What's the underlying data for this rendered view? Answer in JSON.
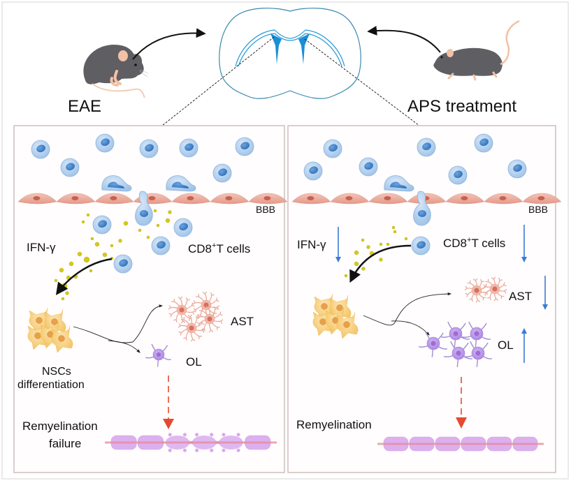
{
  "figure": {
    "top": {
      "left_model_label": "EAE",
      "right_model_label": "APS treatment",
      "brain_icon": "coronal-brain-section-icon",
      "mouse_icon": "mouse-icon"
    },
    "left_panel": {
      "barrier_label": "BBB",
      "cytokine_label": "IFN-γ",
      "tcell_label_main": "CD8",
      "tcell_label_sup": "+",
      "tcell_label_rest": "T cells",
      "ast_label": "AST",
      "ol_label": "OL",
      "nsc_label_line1": "NSCs",
      "nsc_label_line2": "differentiation",
      "outcome_line1": "Remyelination",
      "outcome_line2": "failure"
    },
    "right_panel": {
      "barrier_label": "BBB",
      "cytokine_label": "IFN-γ",
      "cytokine_trend": "down",
      "tcell_label_main": "CD8",
      "tcell_label_sup": "+",
      "tcell_label_rest": "T cells",
      "tcell_trend": "down",
      "ast_label": "AST",
      "ast_trend": "down",
      "ol_label": "OL",
      "ol_trend": "up",
      "outcome_line1": "Remyelination"
    },
    "colors": {
      "tcell": "#a8c8ec",
      "tcell_nucleus": "#3f7fc4",
      "endothelium": "#e9a89a",
      "ifn_particle": "#d4c91a",
      "nsc": "#f5c76a",
      "astrocyte": "#eaa596",
      "oligodendrocyte": "#b992e6",
      "myelin": "#dcb0ee",
      "axon": "#e88a9a",
      "trend_arrow": "#3a7bd5",
      "outcome_arrow": "#e64a2e",
      "brain_outline": "#3a8ab0",
      "ventricle": "#1a8ed6",
      "panel_border": "#cdbfbc"
    }
  }
}
